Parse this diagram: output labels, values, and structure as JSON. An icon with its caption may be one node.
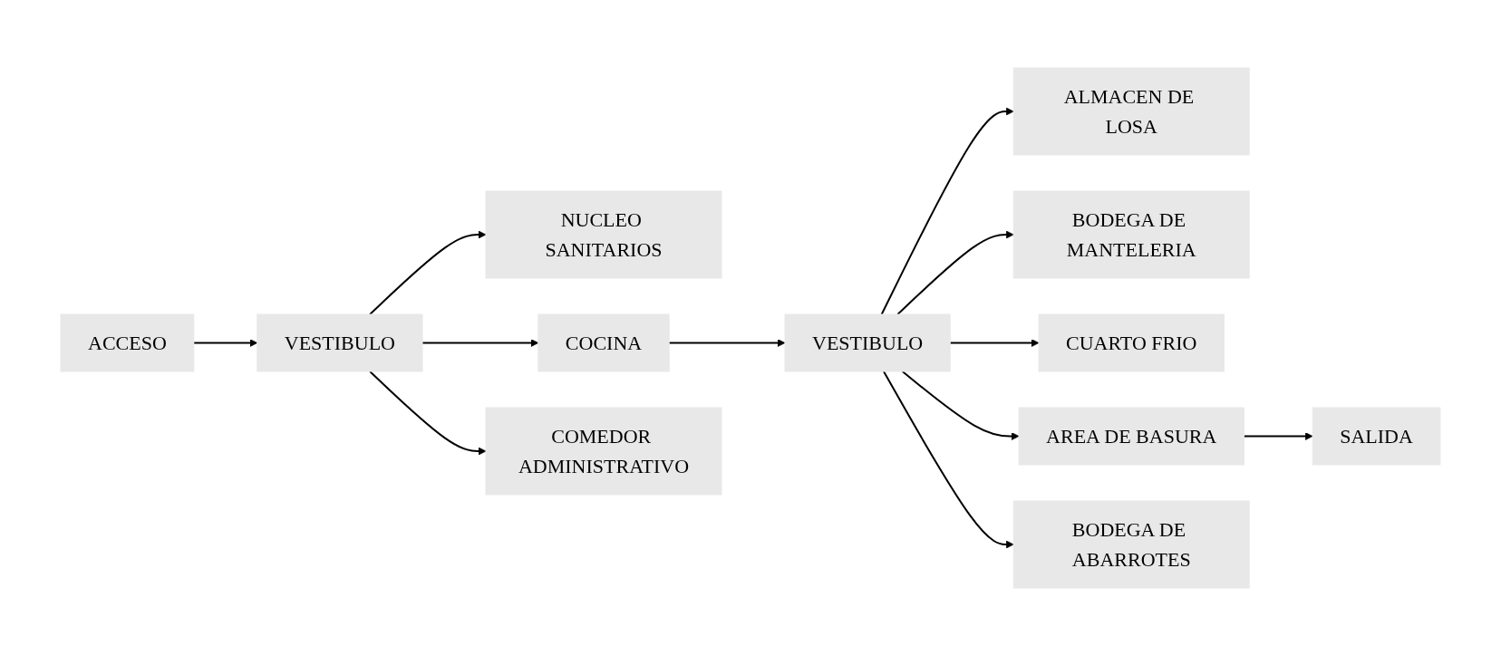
{
  "diagram": {
    "nodes": [
      {
        "text": [
          "ALMACEN DE LOSA"
        ]
      },
      {
        "text": [
          "BODEGA DE MANTELERIA"
        ]
      },
      {
        "text": [
          "ACCESO"
        ]
      },
      {
        "text": [
          "NUCLEO SANITARIOS"
        ]
      },
      {
        "text": [
          "VESTIBULO"
        ]
      },
      {
        "text": [
          "COCINA"
        ]
      },
      {
        "text": [
          "VESTIBULO"
        ]
      },
      {
        "text": [
          "CUARTO FRIO"
        ]
      },
      {
        "text": [
          "COMEDOR ADMINISTRATIVO"
        ]
      },
      {
        "text": [
          "AREA DE BASURA"
        ]
      },
      {
        "text": [
          "BODEGA DE ABARROTES"
        ]
      },
      {
        "text": [
          "SALIDA"
        ]
      }
    ],
    "edges": [
      {
        "from": 2,
        "to": 4,
        "arrow": "to"
      },
      {
        "from": 4,
        "to": 3,
        "arrow": "to"
      },
      {
        "from": 4,
        "to": 5,
        "arrow": "to"
      },
      {
        "from": 4,
        "to": 8,
        "arrow": "to"
      },
      {
        "from": 5,
        "to": 6,
        "arrow": "to"
      },
      {
        "from": 6,
        "to": 0,
        "arrow": "to"
      },
      {
        "from": 6,
        "to": 1,
        "arrow": "to"
      },
      {
        "from": 6,
        "to": 7,
        "arrow": "to"
      },
      {
        "from": 6,
        "to": 10,
        "arrow": "to"
      },
      {
        "from": 6,
        "to": 9,
        "arrow": "to"
      },
      {
        "from": 9,
        "to": 11,
        "arrow": "to"
      }
    ]
  }
}
